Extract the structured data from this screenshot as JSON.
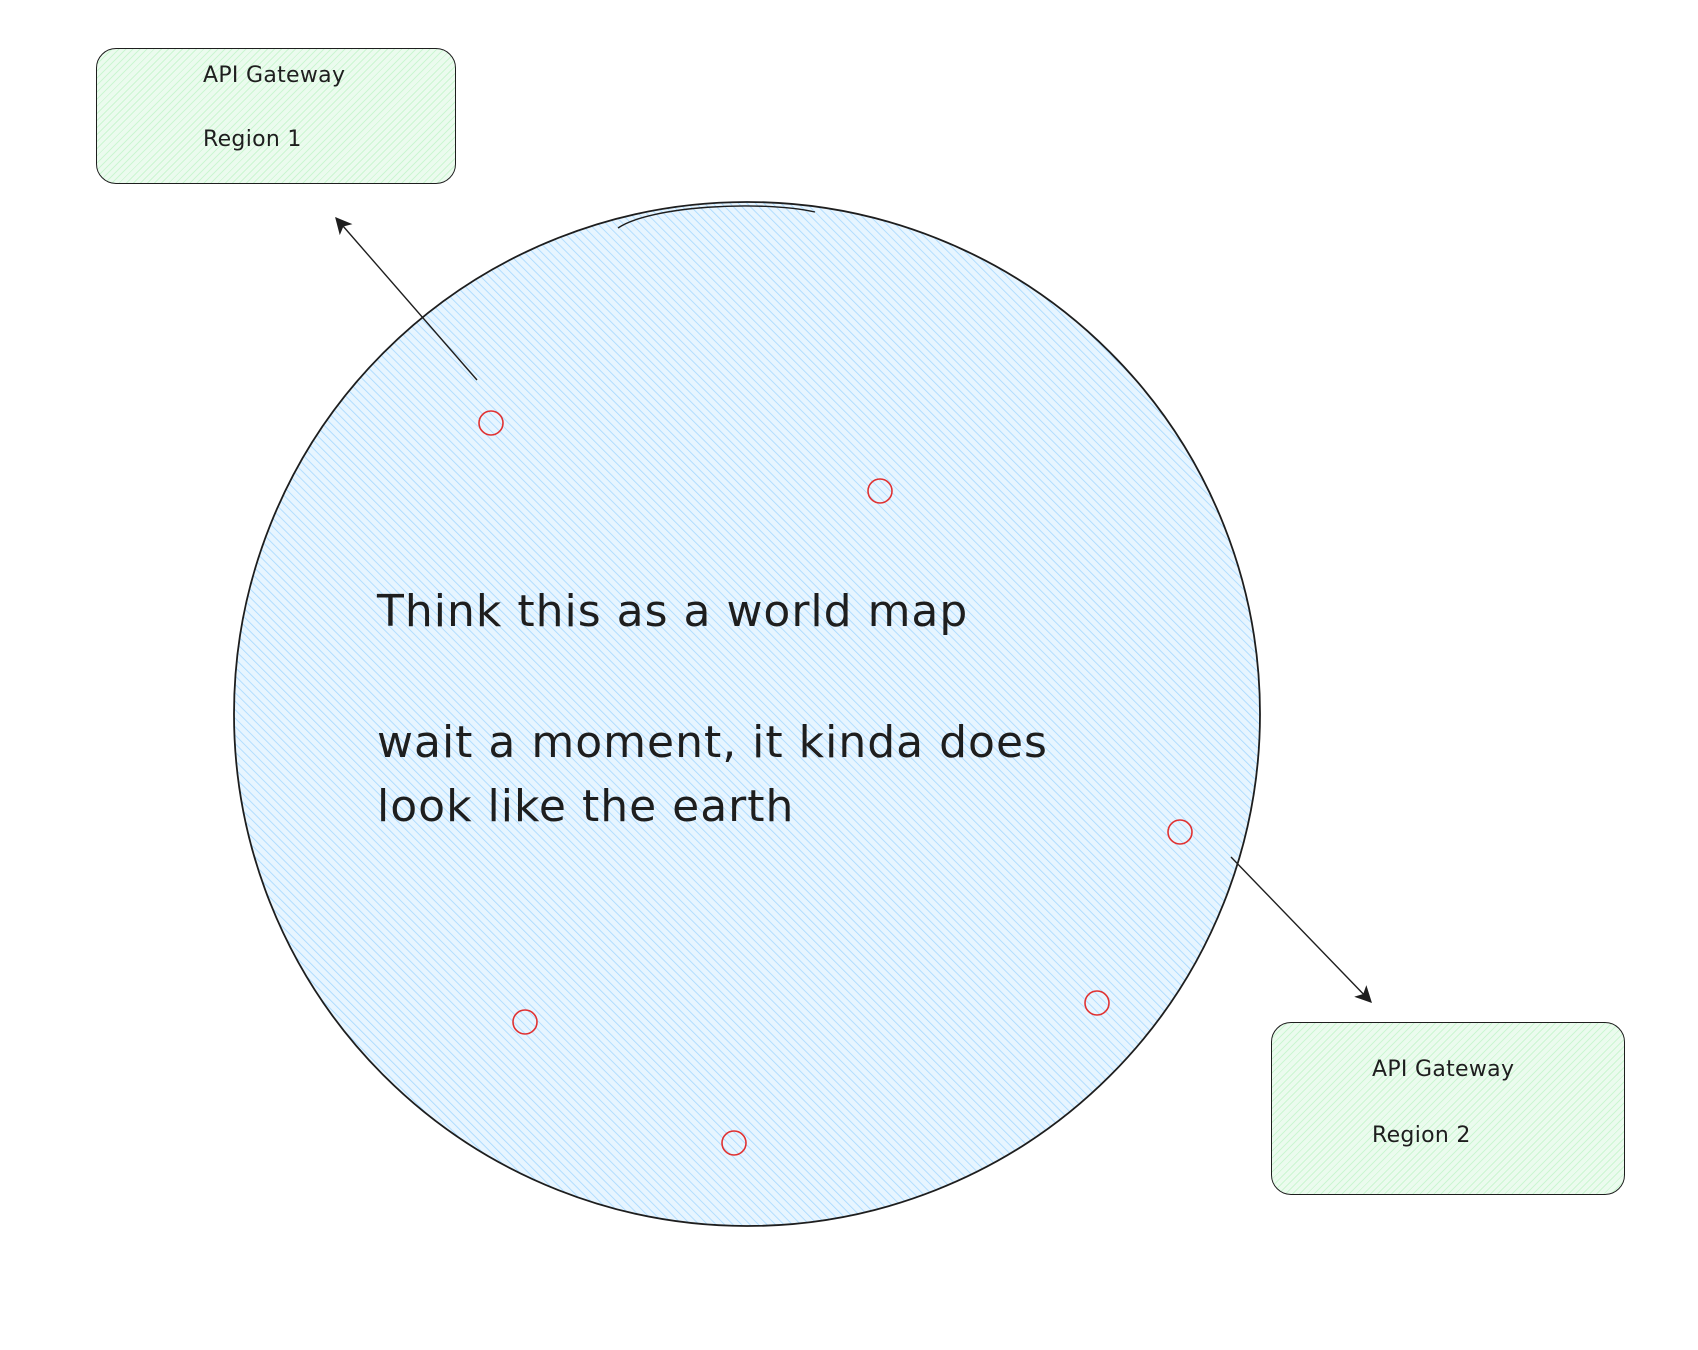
{
  "globe": {
    "line_1": "Think this as a world map",
    "line_2": "wait a moment, it kinda does",
    "line_3": "look like the earth",
    "fill_color": "#a5d8ff",
    "marker_color": "#e03131"
  },
  "gateways": [
    {
      "title": "API Gateway",
      "region": "Region 1"
    },
    {
      "title": "API Gateway",
      "region": "Region 2"
    }
  ],
  "colors": {
    "stroke": "#1e1e1e",
    "box_fill": "#b2f2bb"
  }
}
